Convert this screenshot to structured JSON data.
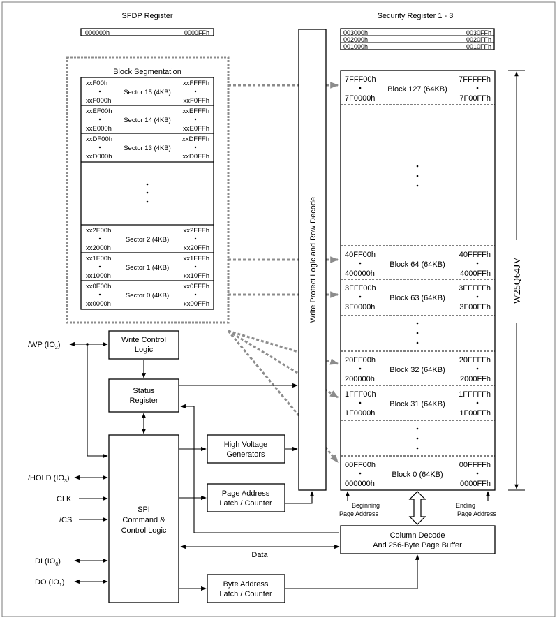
{
  "titles": {
    "sfdp": "SFDP Register",
    "security": "Security Register 1 - 3",
    "block_seg": "Block Segmentation",
    "part": "W25Q64JV"
  },
  "sfdp_range": {
    "start": "000000h",
    "end": "0000FFh"
  },
  "security_rows": [
    {
      "start": "003000h",
      "end": "0030FFh"
    },
    {
      "start": "002000h",
      "end": "0020FFh"
    },
    {
      "start": "001000h",
      "end": "0010FFh"
    }
  ],
  "sectors": [
    {
      "label": "Sector 15 (4KB)",
      "tl": "xxF00h",
      "tr": "xxFFFFh",
      "bl": "xxF000h",
      "br": "xxF0FFh"
    },
    {
      "label": "Sector 14 (4KB)",
      "tl": "xxEF00h",
      "tr": "xxEFFFh",
      "bl": "xxE000h",
      "br": "xxE0FFh"
    },
    {
      "label": "Sector 13 (4KB)",
      "tl": "xxDF00h",
      "tr": "xxDFFFh",
      "bl": "xxD000h",
      "br": "xxD0FFh"
    },
    {
      "label": "Sector 2 (4KB)",
      "tl": "xx2F00h",
      "tr": "xx2FFFh",
      "bl": "xx2000h",
      "br": "xx20FFh"
    },
    {
      "label": "Sector 1 (4KB)",
      "tl": "xx1F00h",
      "tr": "xx1FFFh",
      "bl": "xx1000h",
      "br": "xx10FFh"
    },
    {
      "label": "Sector 0 (4KB)",
      "tl": "xx0F00h",
      "tr": "xx0FFFh",
      "bl": "xx0000h",
      "br": "xx00FFh"
    }
  ],
  "blocks": [
    {
      "label": "Block 127 (64KB)",
      "tl": "7FFF00h",
      "tr": "7FFFFFh",
      "bl": "7F0000h",
      "br": "7F00FFh"
    },
    {
      "label": "Block 64 (64KB)",
      "tl": "40FF00h",
      "tr": "40FFFFh",
      "bl": "400000h",
      "br": "4000FFh"
    },
    {
      "label": "Block 63 (64KB)",
      "tl": "3FFF00h",
      "tr": "3FFFFFh",
      "bl": "3F0000h",
      "br": "3F00FFh"
    },
    {
      "label": "Block 32 (64KB)",
      "tl": "20FF00h",
      "tr": "20FFFFh",
      "bl": "200000h",
      "br": "2000FFh"
    },
    {
      "label": "Block 31 (64KB)",
      "tl": "1FFF00h",
      "tr": "1FFFFFh",
      "bl": "1F0000h",
      "br": "1F00FFh"
    },
    {
      "label": "Block 0 (64KB)",
      "tl": "00FF00h",
      "tr": "00FFFFh",
      "bl": "000000h",
      "br": "0000FFh"
    }
  ],
  "blocks_mid": {
    "write_control": [
      "Write Control",
      "Logic"
    ],
    "status": [
      "Status",
      "Register"
    ],
    "spi": [
      "SPI",
      "Command &",
      "Control Logic"
    ],
    "hv": [
      "High Voltage",
      "Generators"
    ],
    "page_addr": [
      "Page Address",
      "Latch / Counter"
    ],
    "byte_addr": [
      "Byte Address",
      "Latch / Counter"
    ],
    "column": [
      "Column Decode",
      "And 256-Byte Page Buffer"
    ],
    "row_decode": "Write Protect Logic and Row Decode"
  },
  "pins": {
    "wp": {
      "name": "/WP (IO",
      "sub": "2",
      "end": ")"
    },
    "hold": {
      "name": "/HOLD (IO",
      "sub": "3",
      "end": ")"
    },
    "clk": {
      "name": "CLK"
    },
    "cs": {
      "name": "/CS"
    },
    "di": {
      "name": "DI (IO",
      "sub": "0",
      "end": ")"
    },
    "do": {
      "name": "DO (IO",
      "sub": "1",
      "end": ")"
    }
  },
  "annotations": {
    "data": "Data",
    "begin": [
      "Beginning",
      "Page Address"
    ],
    "end": [
      "Ending",
      "Page Address"
    ]
  }
}
